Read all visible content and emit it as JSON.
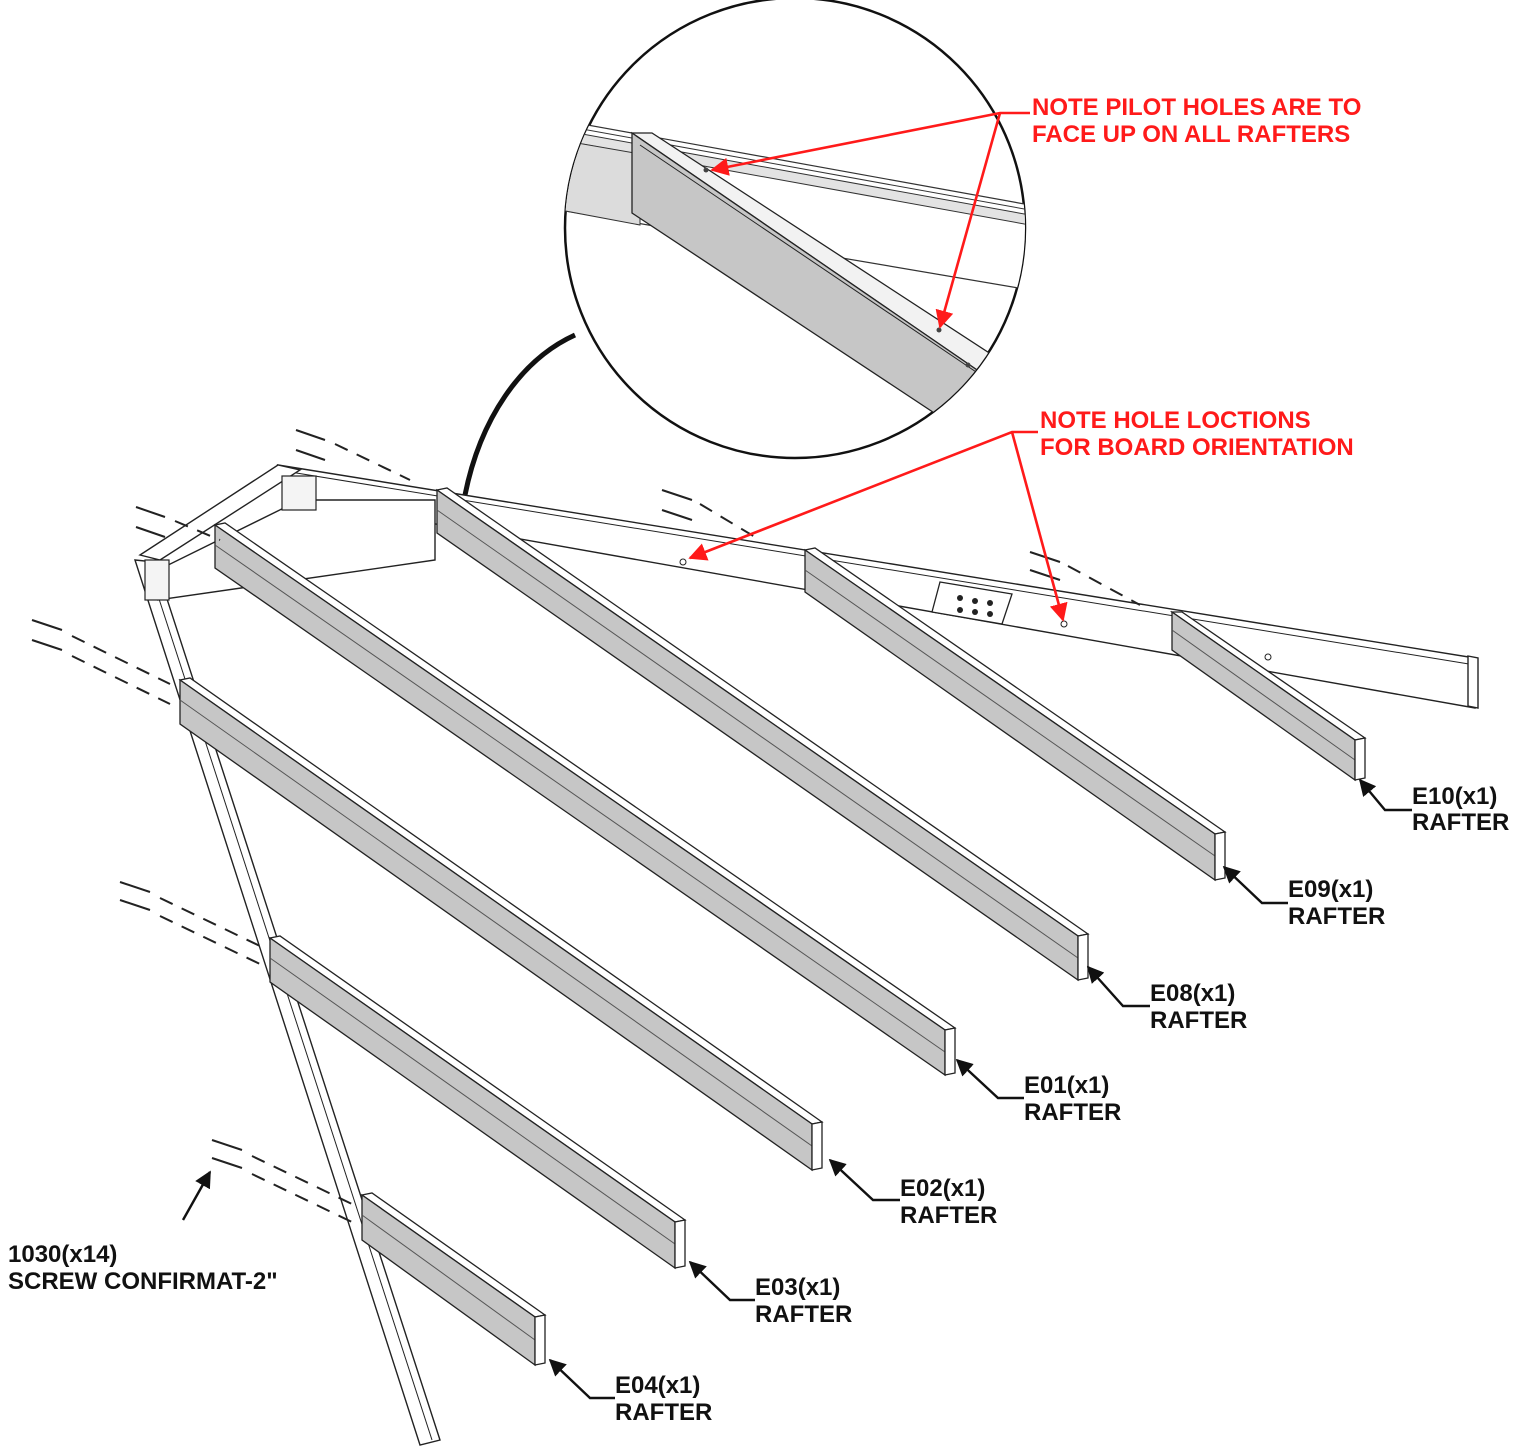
{
  "notes": {
    "pilot_holes": [
      "NOTE PILOT HOLES ARE TO",
      "FACE UP ON ALL RAFTERS"
    ],
    "hole_locations": [
      "NOTE HOLE LOCTIONS",
      "FOR BOARD ORIENTATION"
    ]
  },
  "parts": [
    {
      "id": "e10",
      "code": "E10(x1)",
      "name": "RAFTER"
    },
    {
      "id": "e09",
      "code": "E09(x1)",
      "name": "RAFTER"
    },
    {
      "id": "e08",
      "code": "E08(x1)",
      "name": "RAFTER"
    },
    {
      "id": "e01",
      "code": "E01(x1)",
      "name": "RAFTER"
    },
    {
      "id": "e02",
      "code": "E02(x1)",
      "name": "RAFTER"
    },
    {
      "id": "e03",
      "code": "E03(x1)",
      "name": "RAFTER"
    },
    {
      "id": "e04",
      "code": "E04(x1)",
      "name": "RAFTER"
    }
  ],
  "hardware": {
    "code": "1030(x14)",
    "name": "SCREW CONFIRMAT-2\""
  },
  "colors": {
    "note": "#ff1a1a",
    "board_face": "#c6c6c6",
    "ink": "#111111"
  }
}
